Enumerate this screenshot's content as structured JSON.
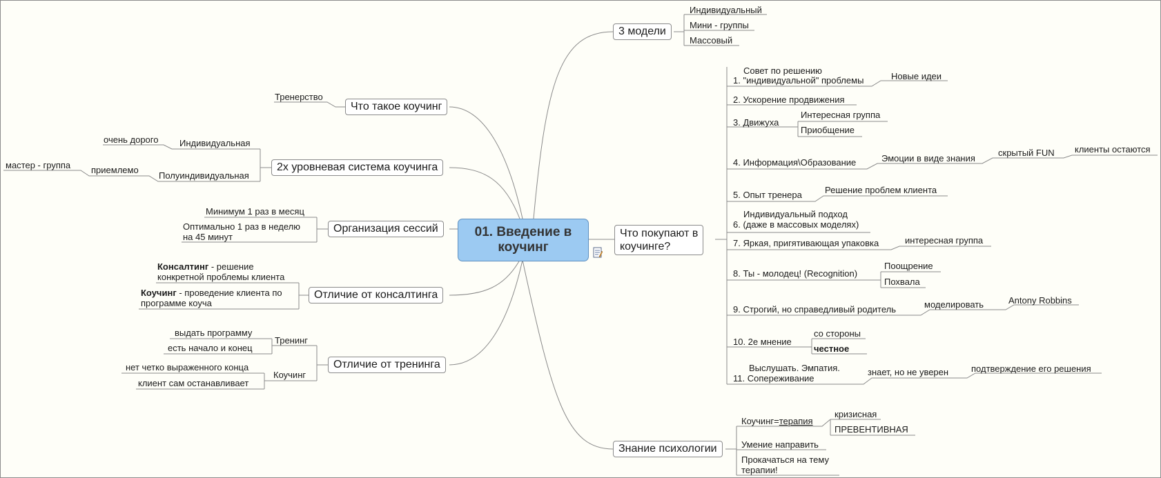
{
  "root": {
    "label": "01. Введение в коучинг"
  },
  "left": {
    "what_is": {
      "label": "Что такое коучинг",
      "child": "Тренерство"
    },
    "two_level": {
      "label": "2х уровневая система коучинга",
      "individual": "Индивидуальная",
      "individual_note": "очень дорого",
      "semi": "Полуиндивидуальная",
      "semi_note": "приемлемо",
      "semi_group": "мастер - группа"
    },
    "sessions": {
      "label": "Организация сессий",
      "monthly": "Минимум 1 раз в месяц",
      "weekly_1": "Оптимально 1 раз в неделю",
      "weekly_2": "на 45 минут"
    },
    "consulting": {
      "label": "Отличие от консалтинга",
      "consulting_bold": "Консалтинг",
      "consulting_rest": " - решение",
      "consulting_2": "конкретной проблемы клиента",
      "coaching_bold": "Коучинг",
      "coaching_rest": " - проведение клиента по",
      "coaching_2": "программе коуча"
    },
    "training": {
      "label": "Отличие от тренинга",
      "training": "Тренинг",
      "program": "выдать программу",
      "begin_end": "есть начало и конец",
      "coaching": "Коучинг",
      "no_end": "нет четко выраженного конца",
      "client_stops": "клиент сам останавливает"
    }
  },
  "right": {
    "models": {
      "label": "3 модели",
      "items": [
        "Индивидуальный",
        "Мини - группы",
        "Массовый"
      ]
    },
    "buy": {
      "label_1": "Что покупают в",
      "label_2": "коучинге?",
      "i1_a": "Совет по решению",
      "i1_b": "1. \"индивидуальной\" проблемы",
      "i1_child": "Новые идеи",
      "i2": "2. Ускорение продвижения",
      "i3": "3. Движуха",
      "i3_a": "Интересная группа",
      "i3_b": "Приобщение",
      "i4": "4. Информация\\Образование",
      "i4_a": "Эмоции в виде знания",
      "i4_b": "скрытый FUN",
      "i4_c": "клиенты остаются",
      "i5": "5. Опыт тренера",
      "i5_a": "Решение проблем клиента",
      "i6_a": "Индивидуальный подход",
      "i6_b": "6. (даже в массовых моделях)",
      "i7": "7. Яркая, пригятивающая упаковка",
      "i7_a": "интересная группа",
      "i8": "8. Ты - молодец! (Recognition)",
      "i8_a": "Поощрение",
      "i8_b": "Похвала",
      "i9": "9. Строгий, но справедливый родитель",
      "i9_a": "моделировать",
      "i9_b": "Antony Robbins",
      "i10": "10. 2е мнение",
      "i10_a": "со стороны",
      "i10_b": "честное",
      "i11_a": "Выслушать. Эмпатия.",
      "i11_b": "11. Сопереживание",
      "i11_c": "знает, но не уверен",
      "i11_d": "подтверждение его решения"
    },
    "psych": {
      "label": "Знание психологии",
      "c1_prefix": "Коучинг=",
      "c1_link": "терапия",
      "c1_a": "кризисная",
      "c1_b": "ПРЕВЕНТИВНАЯ",
      "c2": "Умение направить",
      "c3_a": "Прокачаться на тему",
      "c3_b": "терапии!"
    }
  }
}
